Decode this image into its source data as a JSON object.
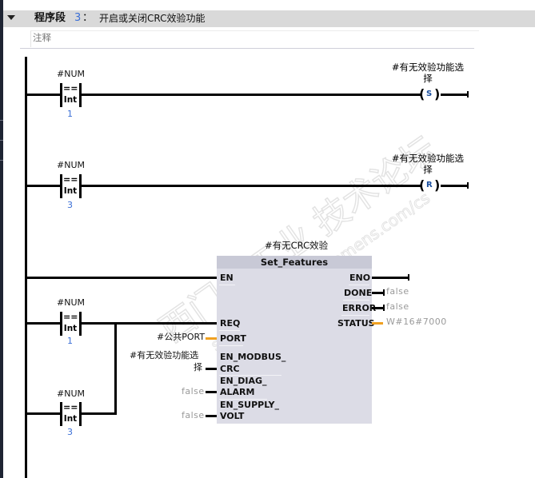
{
  "segment": {
    "label": "程序段",
    "number": "3",
    "colon": "：",
    "title": "开启或关闭CRC效验功能",
    "comment_placeholder": "注释"
  },
  "networks": [
    {
      "contact": {
        "operand": "#NUM",
        "op": "==",
        "type": "Int",
        "value": "1"
      },
      "coil": {
        "operand_line1": "#有无效验功能选",
        "operand_line2": "择",
        "type": "S"
      }
    },
    {
      "contact": {
        "operand": "#NUM",
        "op": "==",
        "type": "Int",
        "value": "3"
      },
      "coil": {
        "operand_line1": "#有无效验功能选",
        "operand_line2": "择",
        "type": "R"
      }
    }
  ],
  "fb": {
    "instance": "#有无CRC效验",
    "name": "Set_Features",
    "inputs": [
      {
        "pin": "EN"
      },
      {
        "pin": "REQ"
      },
      {
        "pin": "PORT",
        "actual": "#公共PORT"
      },
      {
        "pin_line1": "EN_MODBUS_",
        "pin_line2": "CRC",
        "actual_line1": "#有无效验功能选",
        "actual_line2": "择"
      },
      {
        "pin_line1": "EN_DIAG_",
        "pin_line2": "ALARM",
        "actual": "false"
      },
      {
        "pin_line1": "EN_SUPPLY_",
        "pin_line2": "VOLT",
        "actual": "false"
      }
    ],
    "outputs": [
      {
        "pin": "ENO"
      },
      {
        "pin": "DONE",
        "actual": "false"
      },
      {
        "pin": "ERROR",
        "actual": "false"
      },
      {
        "pin": "STATUS",
        "actual": "W#16#7000"
      }
    ],
    "or_branch": [
      {
        "operand": "#NUM",
        "op": "==",
        "type": "Int",
        "value": "1"
      },
      {
        "operand": "#NUM",
        "op": "==",
        "type": "Int",
        "value": "3"
      }
    ]
  },
  "watermark": {
    "line1": "西门子工业 技术论坛",
    "line2": "support.industry.siemens.com/cs"
  },
  "colors": {
    "header_bg": "#d9d9d9",
    "fb_body": "#dcdce6",
    "fb_header": "#c8c9d6",
    "value_blue": "#3b6fd6",
    "status_wire_orange": "#f0a020",
    "false_gray": "#9a9a9a"
  }
}
